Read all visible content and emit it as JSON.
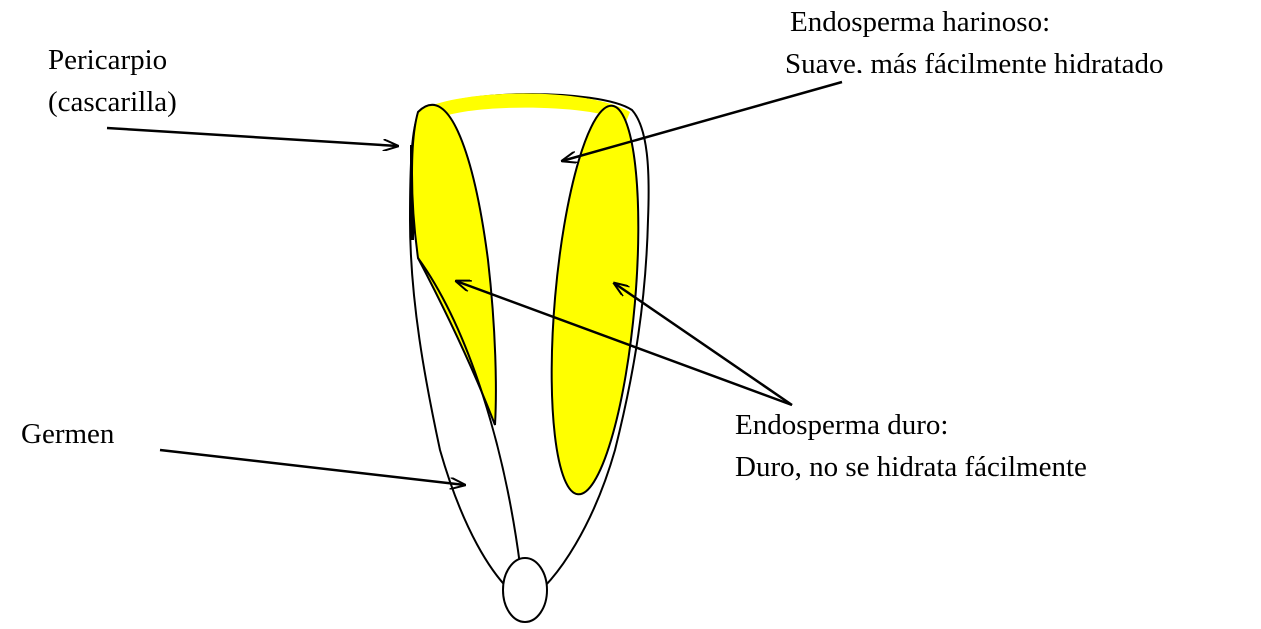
{
  "labels": {
    "pericarp_line1": "Pericarpio",
    "pericarp_line2": "(cascarilla)",
    "floury_endosperm_title": "Endosperma harinoso:",
    "floury_endosperm_desc": "Suave, más fácilmente hidratado",
    "germ": "Germen",
    "hard_endosperm_title": "Endosperma duro:",
    "hard_endosperm_desc": "Duro, no se hidrata fácilmente"
  },
  "colors": {
    "hard_endosperm": "#ffff00",
    "outline": "#000000",
    "background": "#ffffff"
  }
}
